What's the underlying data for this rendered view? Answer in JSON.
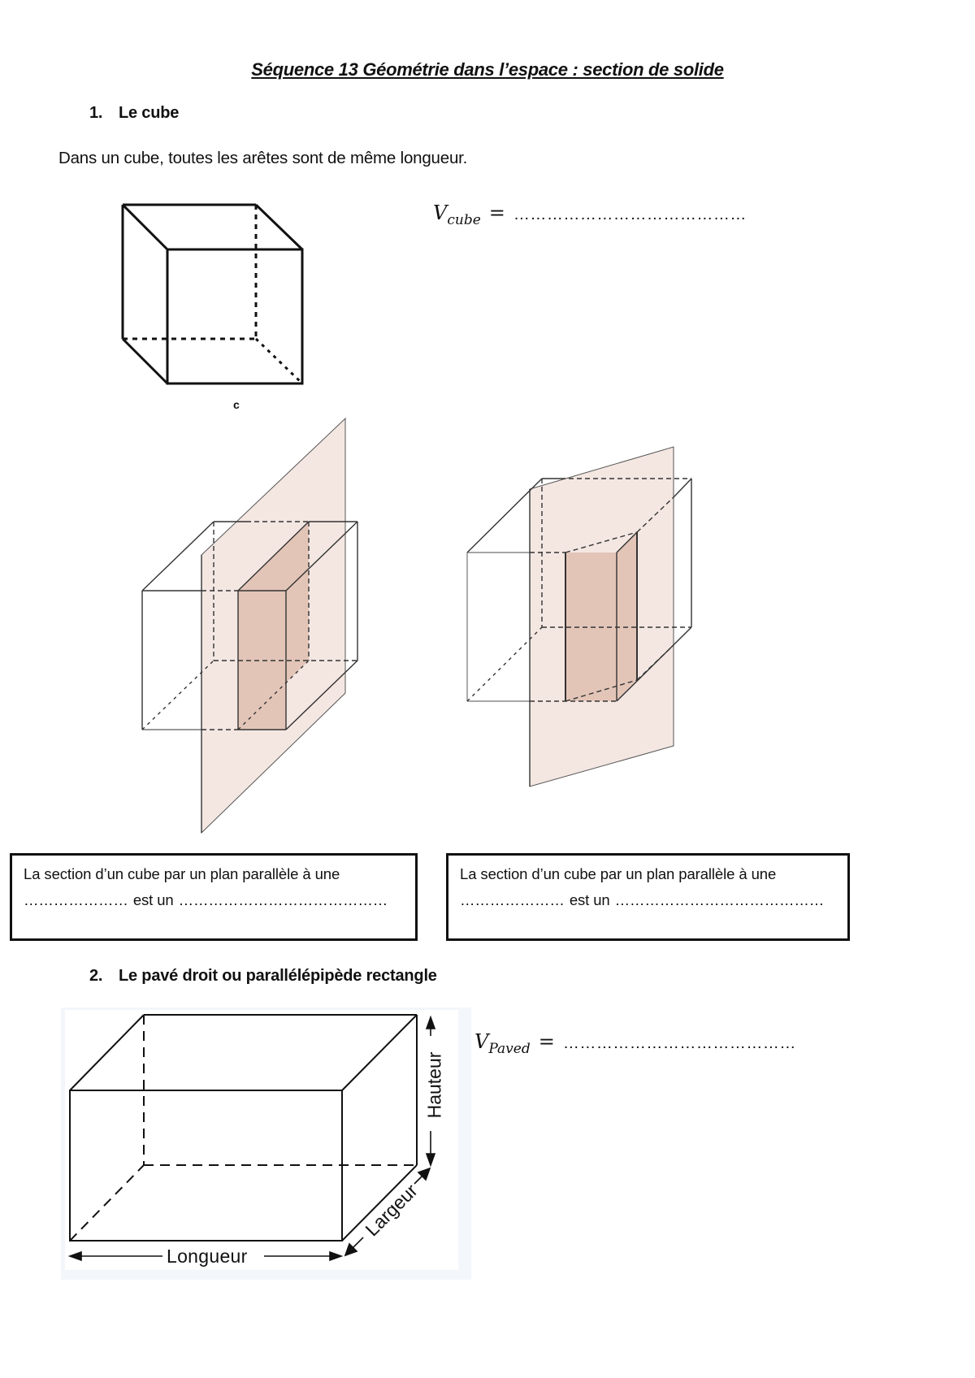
{
  "document": {
    "title": "Séquence 13 Géométrie dans l’espace : section de solide",
    "sections": [
      {
        "number": "1.",
        "heading": "Le cube",
        "paragraph": "Dans un cube, toutes les arêtes sont de même longueur.",
        "formula": {
          "variable": "V",
          "subscript": "cube",
          "equals": "=",
          "blank": "……………………………………"
        },
        "figure_label": "c",
        "section_boxes": [
          {
            "line1": "La section d’un cube par un plan parallèle à une",
            "blank1": "…………………",
            "middle": "est  un",
            "blank2": "……………………………………"
          },
          {
            "line1": "La section d’un cube par un plan parallèle à une",
            "blank1": "…………………",
            "middle": "est  un",
            "blank2": "……………………………………"
          }
        ]
      },
      {
        "number": "2.",
        "heading": "Le pavé droit ou parallélépipède rectangle",
        "formula": {
          "variable": "V",
          "subscript": "Paved",
          "equals": "=",
          "blank": "……………………………………"
        },
        "figure_labels": {
          "length": "Longueur",
          "width": "Largeur",
          "height": "Hauteur"
        }
      }
    ]
  },
  "colors": {
    "plane_fill": "#f4e7e2",
    "section_fill": "#e3c5b8",
    "line": "#111111",
    "figure_bg": "#eef3fa"
  }
}
